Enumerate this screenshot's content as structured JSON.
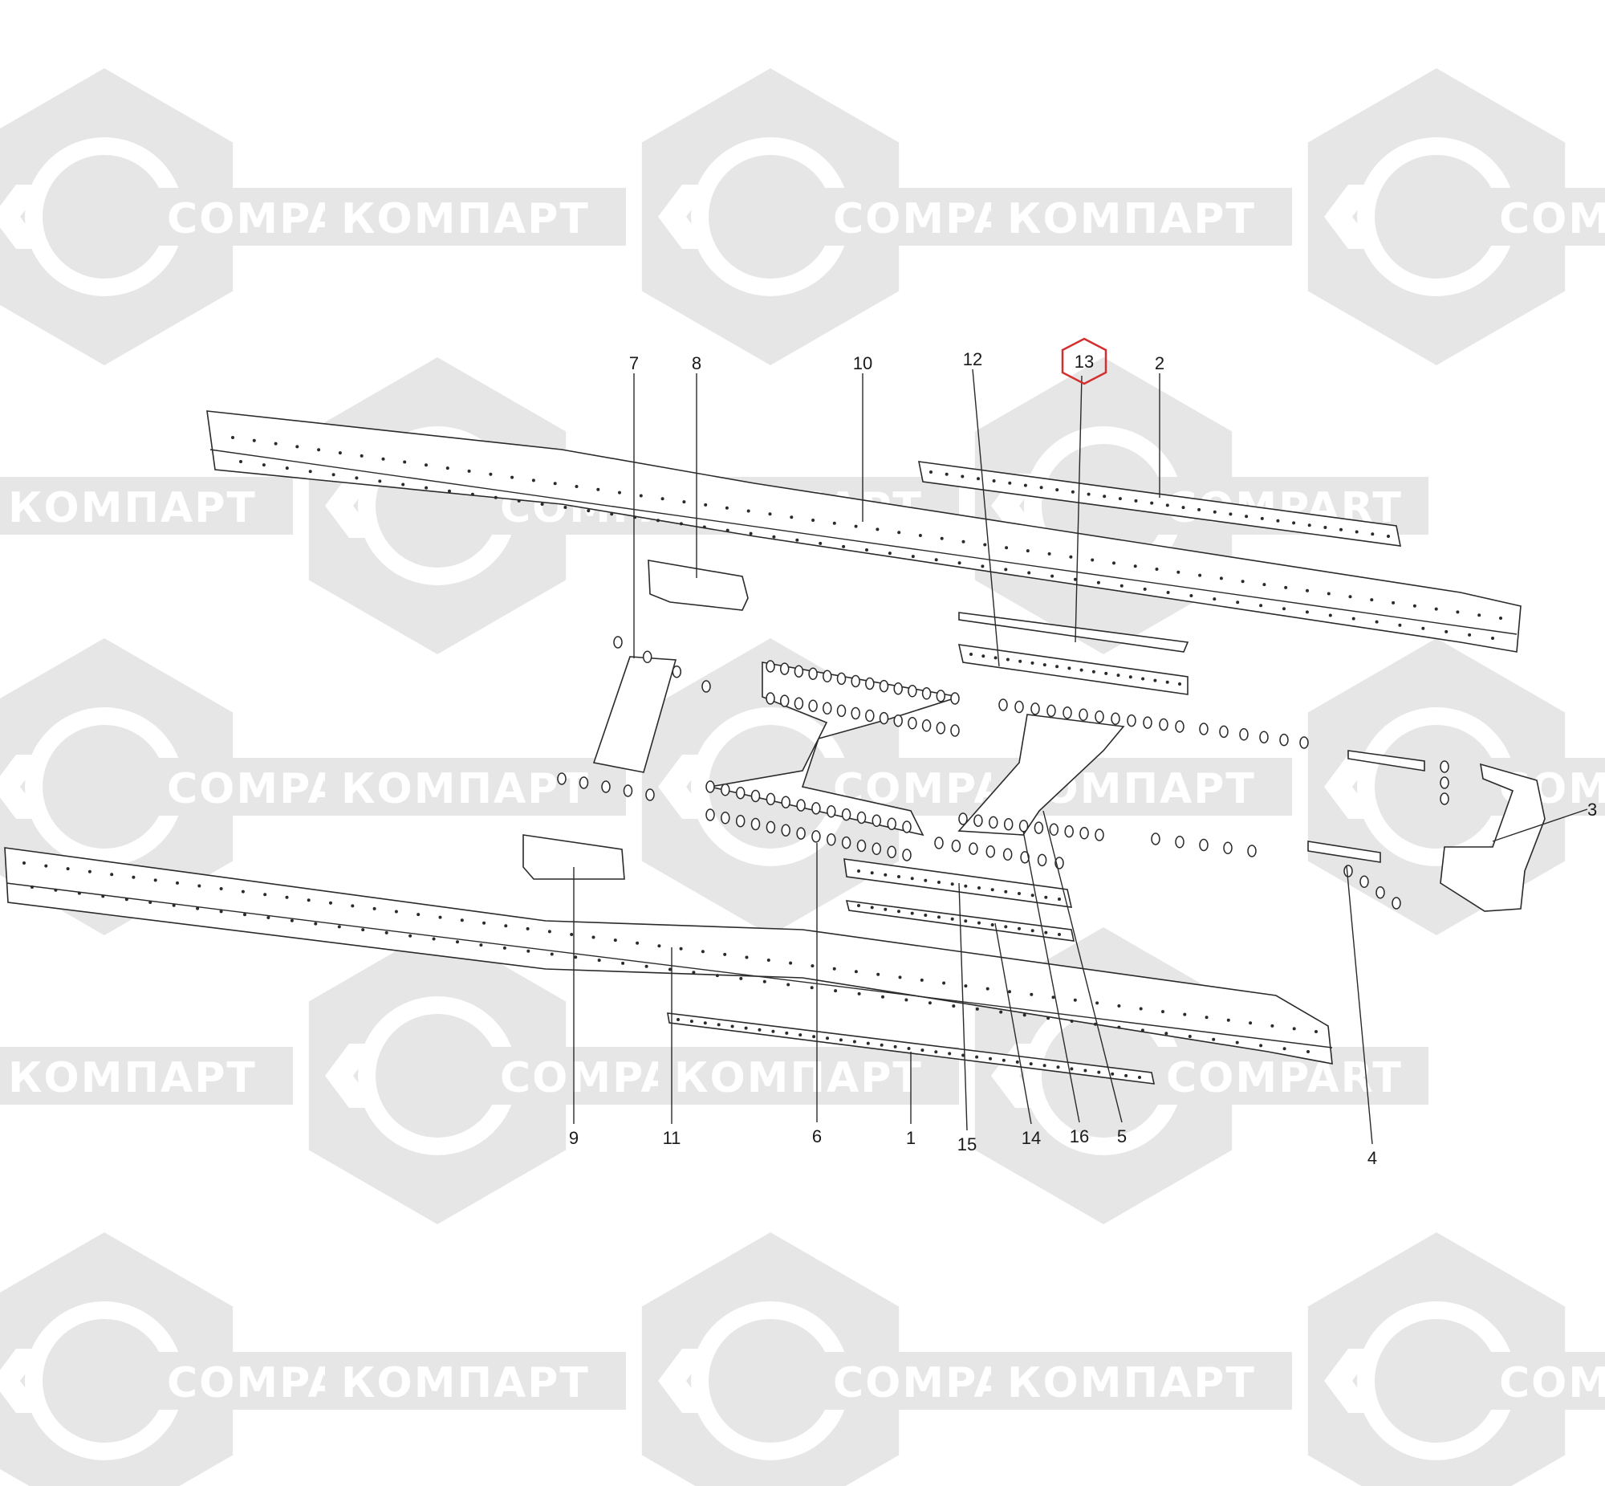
{
  "watermark": {
    "logo_fill": "#e6e6e6",
    "cyr_word": "КОМПАРТ",
    "lat_word": "COMPART"
  },
  "highlight_color": "#d32f2f",
  "callouts": [
    {
      "id": "7",
      "highlighted": false
    },
    {
      "id": "8",
      "highlighted": false
    },
    {
      "id": "10",
      "highlighted": false
    },
    {
      "id": "12",
      "highlighted": false
    },
    {
      "id": "13",
      "highlighted": true
    },
    {
      "id": "2",
      "highlighted": false
    },
    {
      "id": "3",
      "highlighted": false
    },
    {
      "id": "9",
      "highlighted": false
    },
    {
      "id": "11",
      "highlighted": false
    },
    {
      "id": "6",
      "highlighted": false
    },
    {
      "id": "1",
      "highlighted": false
    },
    {
      "id": "15",
      "highlighted": false
    },
    {
      "id": "14",
      "highlighted": false
    },
    {
      "id": "16",
      "highlighted": false
    },
    {
      "id": "5",
      "highlighted": false
    },
    {
      "id": "4",
      "highlighted": false
    }
  ]
}
